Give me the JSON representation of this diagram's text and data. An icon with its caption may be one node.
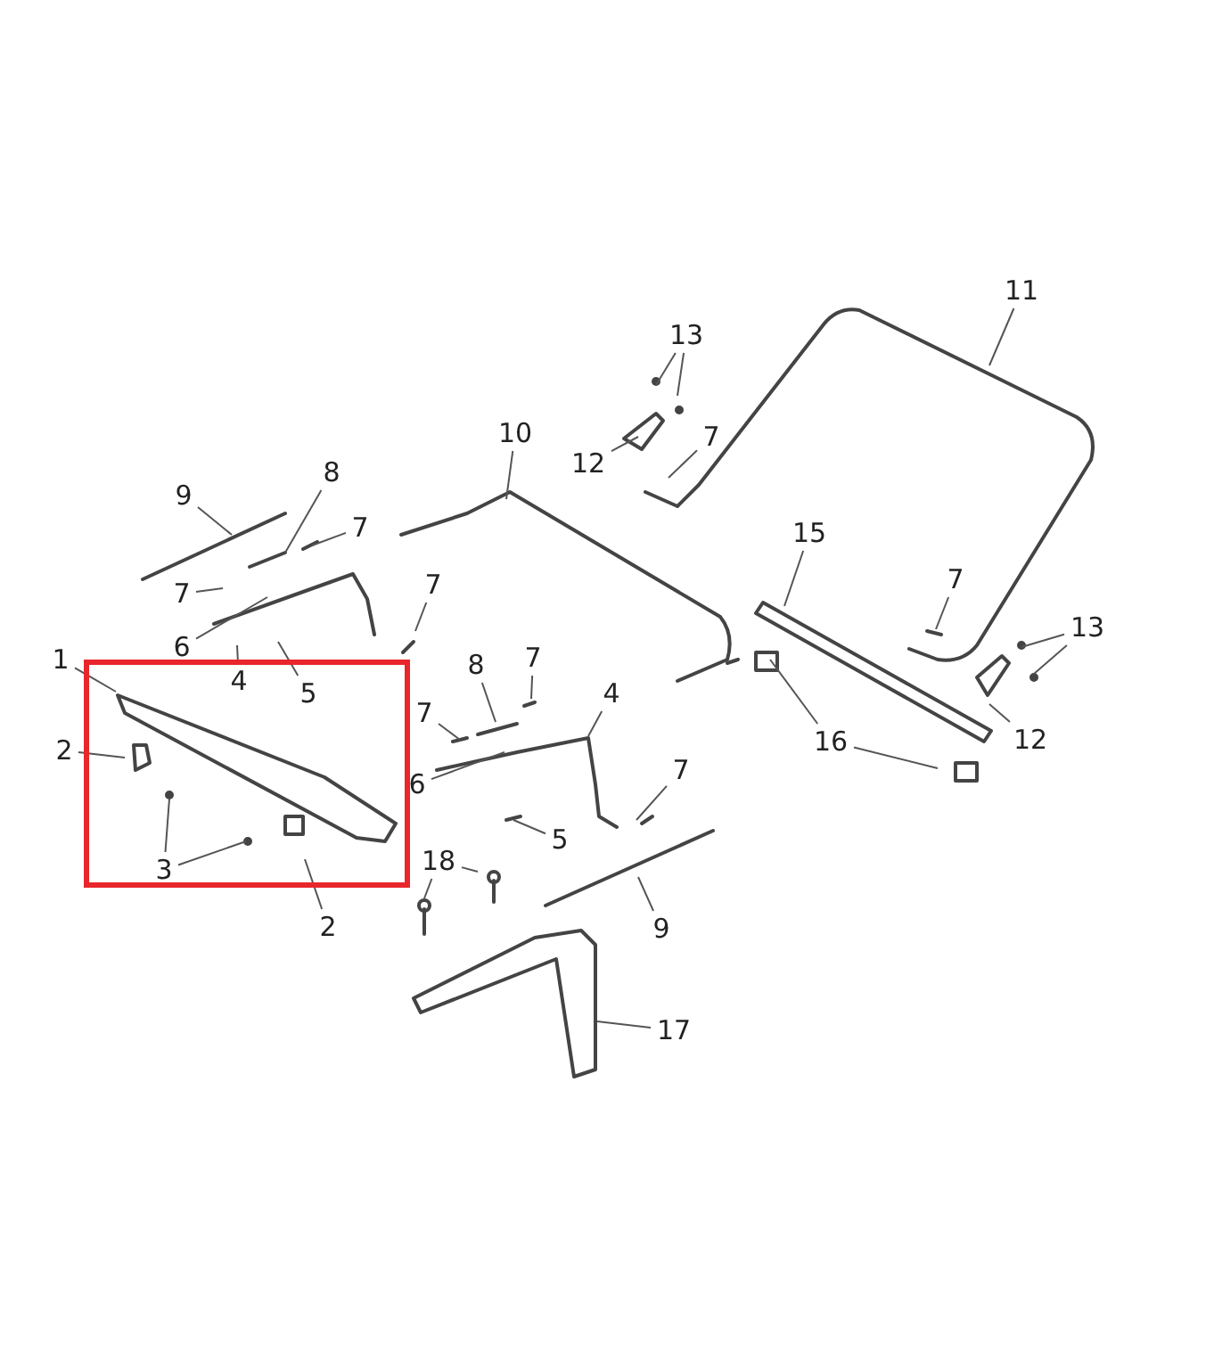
{
  "diagram": {
    "nodes": [
      {
        "text": [
          "11"
        ]
      },
      {
        "text": [
          "13"
        ]
      },
      {
        "text": [
          "10"
        ]
      },
      {
        "text": [
          "7"
        ]
      },
      {
        "text": [
          "12"
        ]
      },
      {
        "text": [
          "9"
        ]
      },
      {
        "text": [
          "8"
        ]
      },
      {
        "text": [
          "7"
        ]
      },
      {
        "text": [
          "15"
        ]
      },
      {
        "text": [
          "7"
        ]
      },
      {
        "text": [
          "7"
        ]
      },
      {
        "text": [
          "7"
        ]
      },
      {
        "text": [
          "13"
        ]
      },
      {
        "text": [
          "6"
        ]
      },
      {
        "text": [
          "4"
        ],
        "in": 17
      },
      {
        "text": [
          "5"
        ],
        "in": 17
      },
      {
        "text": [
          "1"
        ]
      },
      {
        "text": [],
        "shape": "box"
      },
      {
        "text": [
          "8"
        ]
      },
      {
        "text": [
          "7"
        ]
      },
      {
        "text": [
          "7"
        ]
      },
      {
        "text": [
          "4"
        ]
      },
      {
        "text": [
          "12"
        ]
      },
      {
        "text": [
          "2"
        ]
      },
      {
        "text": [
          "16"
        ]
      },
      {
        "text": [
          "6"
        ]
      },
      {
        "text": [
          "7"
        ]
      },
      {
        "text": [
          "5"
        ]
      },
      {
        "text": [
          "3"
        ],
        "in": 17
      },
      {
        "text": [
          "18"
        ]
      },
      {
        "text": [
          "2"
        ]
      },
      {
        "text": [
          "9"
        ]
      },
      {
        "text": [
          "17"
        ]
      }
    ],
    "edges": [
      {
        "from": 0,
        "to": null,
        "arrow": "none"
      },
      {
        "from": 1,
        "to": null,
        "arrow": "none"
      },
      {
        "from": 1,
        "to": null,
        "arrow": "none"
      },
      {
        "from": 2,
        "to": null,
        "arrow": "none"
      },
      {
        "from": 3,
        "to": null,
        "arrow": "none"
      },
      {
        "from": 4,
        "to": null,
        "arrow": "none"
      },
      {
        "from": 5,
        "to": null,
        "arrow": "none"
      },
      {
        "from": 6,
        "to": null,
        "arrow": "none"
      },
      {
        "from": 7,
        "to": null,
        "arrow": "none"
      },
      {
        "from": 8,
        "to": null,
        "arrow": "none"
      },
      {
        "from": 9,
        "to": null,
        "arrow": "none"
      },
      {
        "from": 10,
        "to": null,
        "arrow": "none"
      },
      {
        "from": 11,
        "to": null,
        "arrow": "none"
      },
      {
        "from": 12,
        "to": null,
        "arrow": "none"
      },
      {
        "from": 12,
        "to": null,
        "arrow": "none"
      },
      {
        "from": 13,
        "to": null,
        "arrow": "none"
      },
      {
        "from": 14,
        "to": null,
        "arrow": "none"
      },
      {
        "from": 15,
        "to": null,
        "arrow": "none"
      },
      {
        "from": 16,
        "to": null,
        "arrow": "none"
      },
      {
        "from": 18,
        "to": null,
        "arrow": "none"
      },
      {
        "from": 19,
        "to": null,
        "arrow": "none"
      },
      {
        "from": 20,
        "to": null,
        "arrow": "none"
      },
      {
        "from": 21,
        "to": null,
        "arrow": "none"
      },
      {
        "from": 22,
        "to": null,
        "arrow": "none"
      },
      {
        "from": 23,
        "to": null,
        "arrow": "none"
      },
      {
        "from": 24,
        "to": null,
        "arrow": "none"
      },
      {
        "from": 24,
        "to": null,
        "arrow": "none"
      },
      {
        "from": 25,
        "to": null,
        "arrow": "none"
      },
      {
        "from": 26,
        "to": null,
        "arrow": "none"
      },
      {
        "from": 27,
        "to": null,
        "arrow": "none"
      },
      {
        "from": 28,
        "to": null,
        "arrow": "none"
      },
      {
        "from": 28,
        "to": null,
        "arrow": "none"
      },
      {
        "from": 29,
        "to": null,
        "arrow": "none"
      },
      {
        "from": 29,
        "to": null,
        "arrow": "none"
      },
      {
        "from": 30,
        "to": null,
        "arrow": "none"
      },
      {
        "from": 31,
        "to": null,
        "arrow": "none"
      },
      {
        "from": 32,
        "to": null,
        "arrow": "none"
      }
    ]
  }
}
